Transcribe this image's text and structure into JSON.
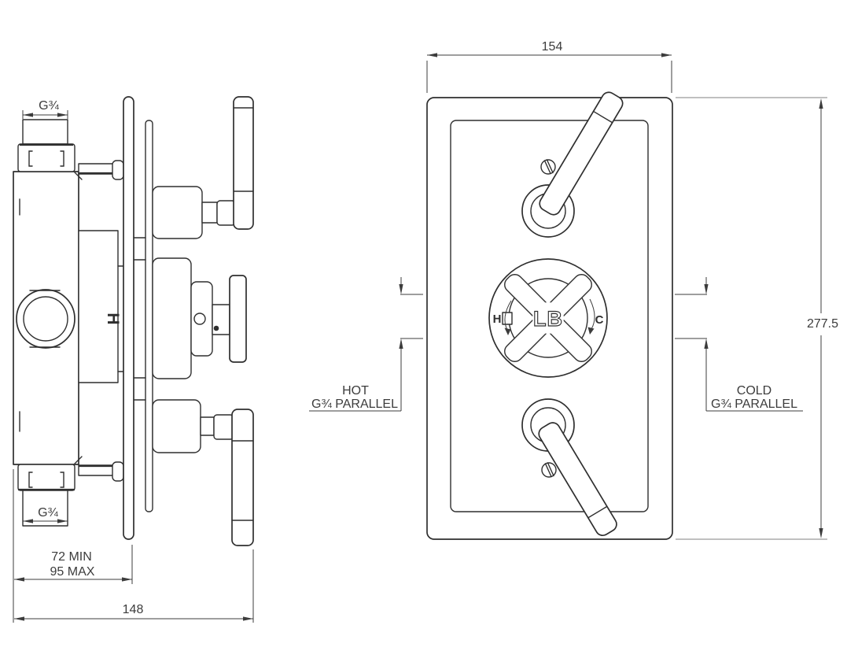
{
  "colors": {
    "line": "#2f2f2f",
    "dim": "#3c3c3c",
    "ext": "#9b9b9b",
    "bg": "#ffffff"
  },
  "side_view": {
    "top_port_thread": "G¾",
    "bottom_port_thread": "G¾",
    "hot_marking": "H",
    "depth_dim_line1": "72 MIN",
    "depth_dim_line2": "95 MAX",
    "overall_depth_dim": "148"
  },
  "front_view": {
    "width_dim": "154",
    "height_dim": "277.5",
    "hub_monogram": "LB",
    "hot_letter": "H",
    "cold_letter": "C",
    "hot_label_line1": "HOT",
    "hot_label_line2": "G¾ PARALLEL",
    "cold_label_line1": "COLD",
    "cold_label_line2": "G¾ PARALLEL"
  }
}
